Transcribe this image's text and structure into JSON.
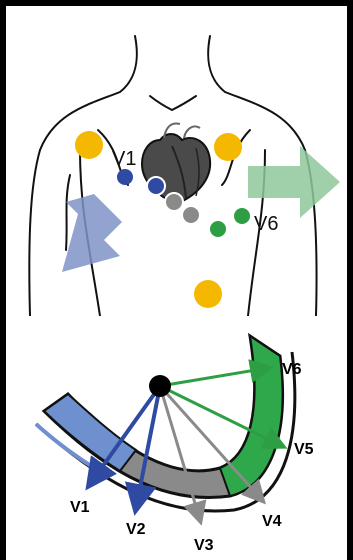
{
  "torso": {
    "labels": {
      "v1": "V1",
      "v6": "V6"
    },
    "colors": {
      "limb_electrode": "#f5b800",
      "v1_v2_electrode": "#2f4aa3",
      "v3_v4_electrode": "#8a8a8a",
      "v5_v6_electrode": "#2e9e44",
      "left_arrow": "#7f93c8",
      "right_arrow": "#8fc89a"
    }
  },
  "vector_diagram": {
    "leads": [
      {
        "id": "v1",
        "label": "V1",
        "color": "#2f4aa3"
      },
      {
        "id": "v2",
        "label": "V2",
        "color": "#2f4aa3"
      },
      {
        "id": "v3",
        "label": "V3",
        "color": "#8a8a8a"
      },
      {
        "id": "v4",
        "label": "V4",
        "color": "#8a8a8a"
      },
      {
        "id": "v5",
        "label": "V5",
        "color": "#2e9e44"
      },
      {
        "id": "v6",
        "label": "V6",
        "color": "#2e9e44"
      }
    ],
    "colors": {
      "septal_wall": "#6f90cf",
      "anterior_wall": "#8a8a8a",
      "lateral_wall": "#2ea84a"
    }
  }
}
